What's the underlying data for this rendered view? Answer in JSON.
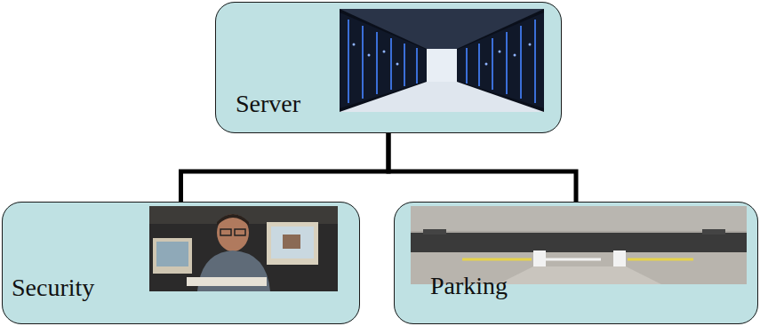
{
  "diagram": {
    "nodes": [
      {
        "text": [
          "Server"
        ]
      },
      {
        "text": [
          "Security"
        ]
      },
      {
        "text": [
          "Parking"
        ]
      }
    ],
    "edges": [
      {
        "from": 0,
        "to": 1,
        "arrow": "none"
      },
      {
        "from": 0,
        "to": 2,
        "arrow": "none"
      }
    ]
  }
}
